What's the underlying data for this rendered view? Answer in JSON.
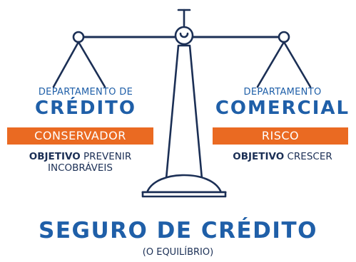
{
  "left": {
    "department": "DEPARTAMENTO DE",
    "name": "CRÉDITO",
    "badge": "CONSERVADOR",
    "objective_label": "OBJETIVO",
    "objective_line1": "PREVENIR",
    "objective_line2": "INCOBRÁVEIS"
  },
  "right": {
    "department": "DEPARTAMENTO",
    "name": "COMERCIAL",
    "badge": "RISCO",
    "objective_label": "OBJETIVO",
    "objective_text": "CRESCER"
  },
  "footer": {
    "title": "SEGURO DE CRÉDITO",
    "subtitle": "(O EQUILÍBRIO)"
  },
  "colors": {
    "blue": "#1f5fa8",
    "navy": "#1b2f55",
    "orange": "#ea6a22"
  },
  "icons": [
    "balance-scale-icon"
  ]
}
